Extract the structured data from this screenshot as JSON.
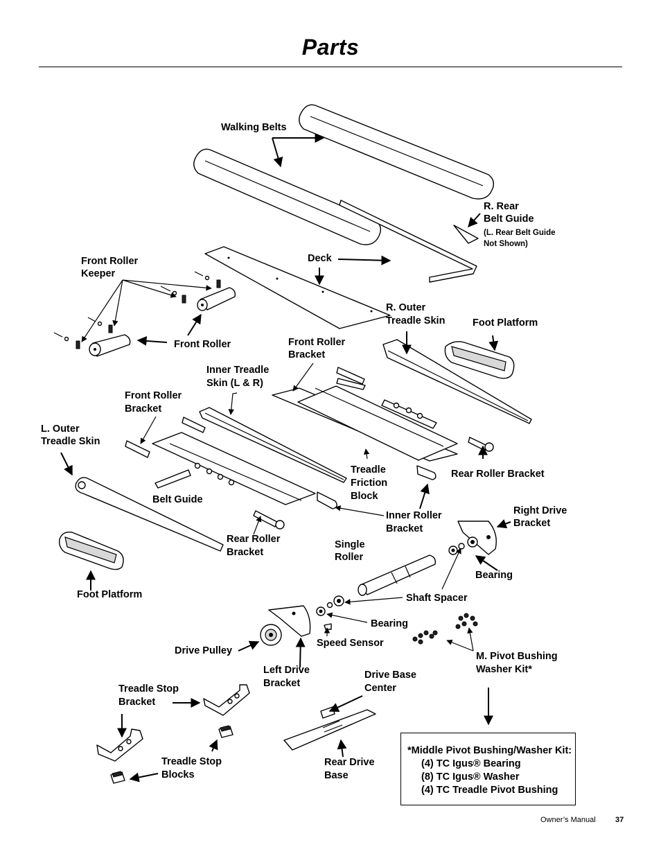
{
  "page": {
    "title": "Parts",
    "footer_label": "Owner’s Manual",
    "page_number": "37"
  },
  "labels": {
    "walking_belts": "Walking Belts",
    "r_rear_belt_guide_1": "R. Rear",
    "r_rear_belt_guide_2": "Belt Guide",
    "r_rear_note_1": "(L. Rear Belt Guide",
    "r_rear_note_2": "Not Shown)",
    "front_roller_keeper_1": "Front Roller",
    "front_roller_keeper_2": "Keeper",
    "deck": "Deck",
    "front_roller": "Front Roller",
    "r_outer_treadle_skin_1": "R. Outer",
    "r_outer_treadle_skin_2": "Treadle Skin",
    "foot_platform_right": "Foot Platform",
    "front_roller_bracket_right_1": "Front Roller",
    "front_roller_bracket_right_2": "Bracket",
    "inner_treadle_skin_1": "Inner Treadle",
    "inner_treadle_skin_2": "Skin (L & R)",
    "front_roller_bracket_left_1": "Front Roller",
    "front_roller_bracket_left_2": "Bracket",
    "l_outer_treadle_skin_1": "L. Outer",
    "l_outer_treadle_skin_2": "Treadle Skin",
    "treadle_friction_block_1": "Treadle",
    "treadle_friction_block_2": "Friction",
    "treadle_friction_block_3": "Block",
    "rear_roller_bracket_right": "Rear Roller Bracket",
    "belt_guide": "Belt Guide",
    "inner_roller_bracket_1": "Inner Roller",
    "inner_roller_bracket_2": "Bracket",
    "right_drive_bracket_1": "Right Drive",
    "right_drive_bracket_2": "Bracket",
    "rear_roller_bracket_left_1": "Rear Roller",
    "rear_roller_bracket_left_2": "Bracket",
    "single_roller_1": "Single",
    "single_roller_2": "Roller",
    "bearing_right": "Bearing",
    "foot_platform_left": "Foot Platform",
    "shaft_spacer": "Shaft Spacer",
    "bearing_left": "Bearing",
    "speed_sensor": "Speed Sensor",
    "drive_pulley": "Drive Pulley",
    "m_pivot_bushing_1": "M. Pivot Bushing",
    "m_pivot_bushing_2": "Washer Kit*",
    "left_drive_bracket_1": "Left Drive",
    "left_drive_bracket_2": "Bracket",
    "drive_base_center_1": "Drive Base",
    "drive_base_center_2": "Center",
    "treadle_stop_bracket_1": "Treadle Stop",
    "treadle_stop_bracket_2": "Bracket",
    "treadle_stop_blocks_1": "Treadle Stop",
    "treadle_stop_blocks_2": "Blocks",
    "rear_drive_base_1": "Rear Drive",
    "rear_drive_base_2": "Base"
  },
  "kit_note": {
    "heading": "*Middle Pivot Bushing/Washer Kit:",
    "items": [
      "(4) TC Igus® Bearing",
      "(8) TC Igus® Washer",
      "(4) TC Treadle Pivot Bushing"
    ]
  }
}
